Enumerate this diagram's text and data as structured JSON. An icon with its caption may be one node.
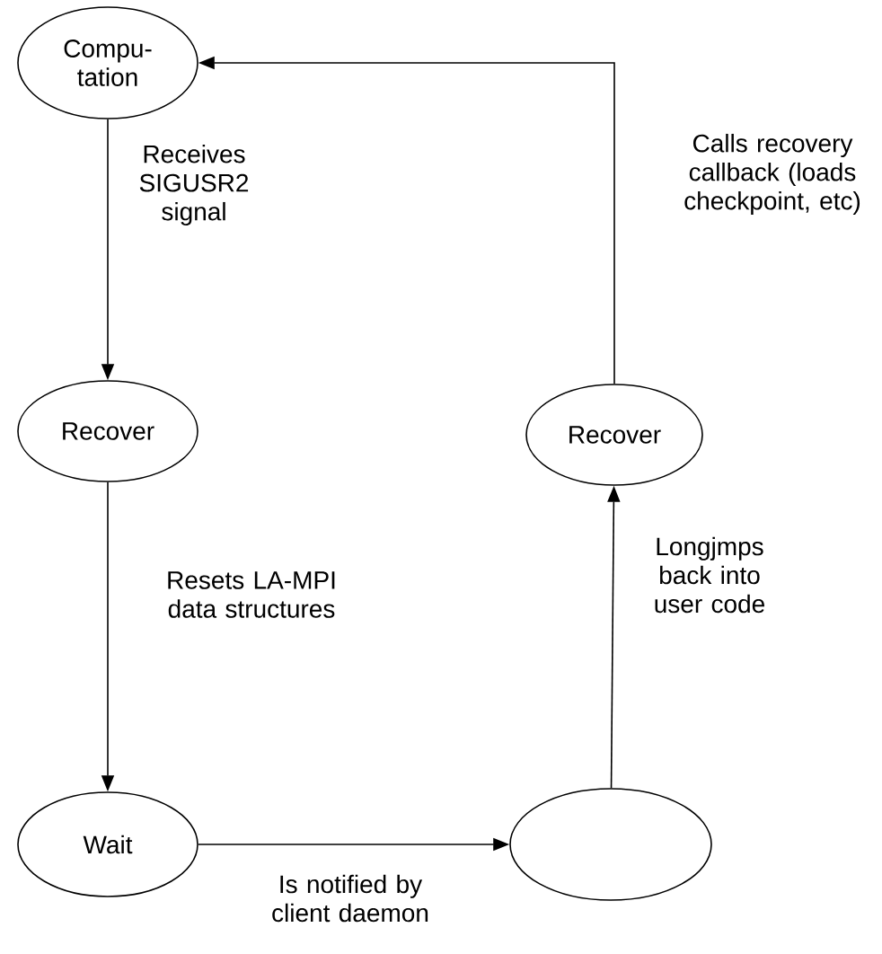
{
  "diagram": {
    "nodes": [
      {
        "text": [
          "Compu-tation"
        ]
      },
      {
        "text": [
          "Recover"
        ]
      },
      {
        "text": [
          "Wait"
        ]
      },
      {
        "text": [],
        "shape": "ellipse"
      },
      {
        "text": [
          "Recover"
        ]
      }
    ],
    "edges": [
      {
        "from": 0,
        "to": 1,
        "arrow": "to",
        "label": "Receives SIGUSR2 signal"
      },
      {
        "from": 1,
        "to": 2,
        "arrow": "to",
        "label": "Resets LA-MPI data structures"
      },
      {
        "from": 2,
        "to": 3,
        "arrow": "to",
        "label": "Is notified by client daemon"
      },
      {
        "from": 3,
        "to": 4,
        "arrow": "to",
        "label": "Longjmps back into user code"
      },
      {
        "from": 4,
        "to": 0,
        "arrow": "to",
        "label": "Calls recovery callback (loads checkpoint, etc)"
      }
    ]
  }
}
